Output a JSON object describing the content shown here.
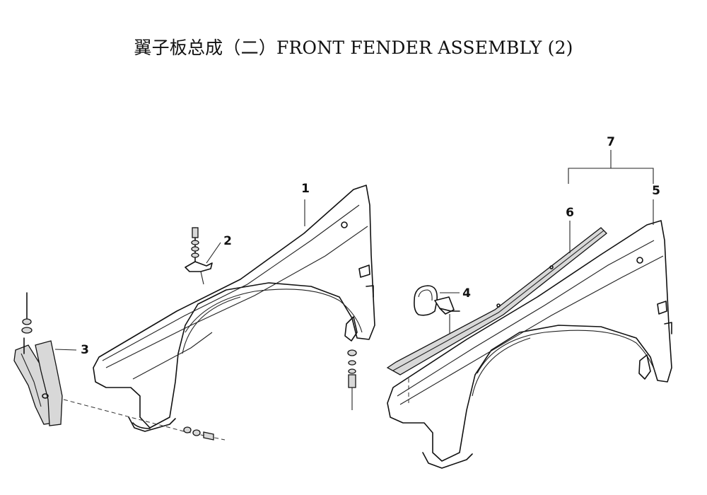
{
  "title": "翼子板总成（二）FRONT FENDER ASSEMBLY (2)",
  "callouts": {
    "c1": "1",
    "c2": "2",
    "c3": "3",
    "c4": "4",
    "c5": "5",
    "c6": "6",
    "c7": "7"
  }
}
